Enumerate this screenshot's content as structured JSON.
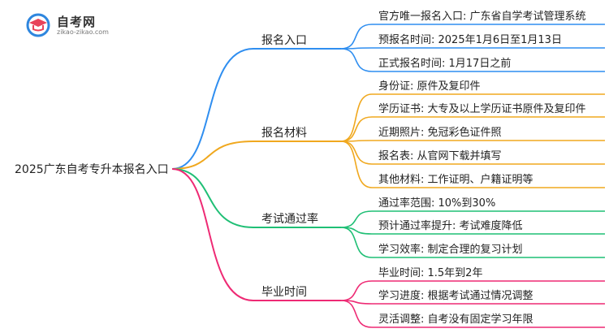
{
  "logo": {
    "name": "自考网",
    "url": "zikao-zikao.com",
    "icon": "graduation-cap-icon",
    "colors": {
      "circle": "#2e86de",
      "accent": "#e8435a",
      "text": "#333333"
    }
  },
  "root": {
    "label": "2025广东自考专升本报名入口"
  },
  "branches": [
    {
      "id": "entry",
      "label": "报名入口",
      "color": "#2f8ef0",
      "leaves": [
        "官方唯一报名入口: 广东省自学考试管理系统",
        "预报名时间: 2025年1月6日至1月13日",
        "正式报名时间: 1月17日之前"
      ]
    },
    {
      "id": "materials",
      "label": "报名材料",
      "color": "#f0a81e",
      "leaves": [
        "身份证: 原件及复印件",
        "学历证书: 大专及以上学历证书原件及复印件",
        "近期照片: 免冠彩色证件照",
        "报名表: 从官网下载并填写",
        "其他材料: 工作证明、户籍证明等"
      ]
    },
    {
      "id": "passrate",
      "label": "考试通过率",
      "color": "#1fbf75",
      "leaves": [
        "通过率范围: 10%到30%",
        "预计通过率提升: 考试难度降低",
        "学习效率: 制定合理的复习计划"
      ]
    },
    {
      "id": "graduation",
      "label": "毕业时间",
      "color": "#ee2a74",
      "leaves": [
        "毕业时间: 1.5年到2年",
        "学习进度: 根据考试通过情况调整",
        "灵活调整: 自考没有固定学习年限"
      ]
    }
  ],
  "style": {
    "text_color": "#222222"
  }
}
